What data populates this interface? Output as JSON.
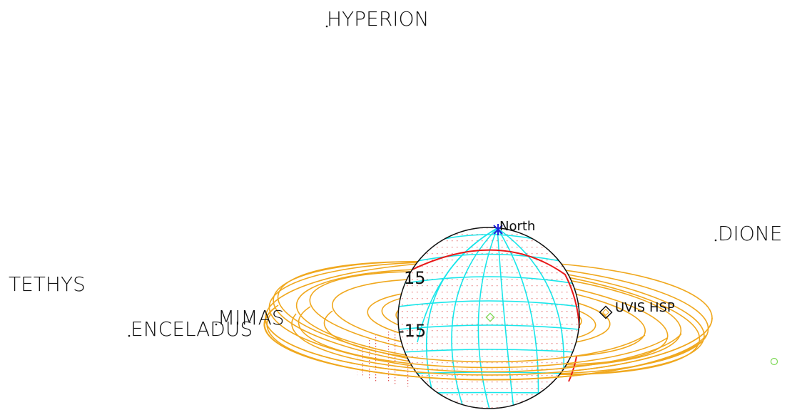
{
  "labels": {
    "hyperion": "HYPERION",
    "dione": "DIONE",
    "tethys": "TETHYS",
    "enceladus": "ENCELADUS",
    "mimas": "MIMAS",
    "north": "North",
    "uvis_hsp": "UVIS  HSP",
    "lat_plus": "15",
    "lat_minus": "-15"
  },
  "colors": {
    "rings": "#f0a81e",
    "grid": "#19e6ea",
    "terminator": "#e81818",
    "limb": "#111111",
    "north_marker": "#2222dd",
    "sub_point": "#7ed957",
    "shadow_dots": "#e05050"
  }
}
